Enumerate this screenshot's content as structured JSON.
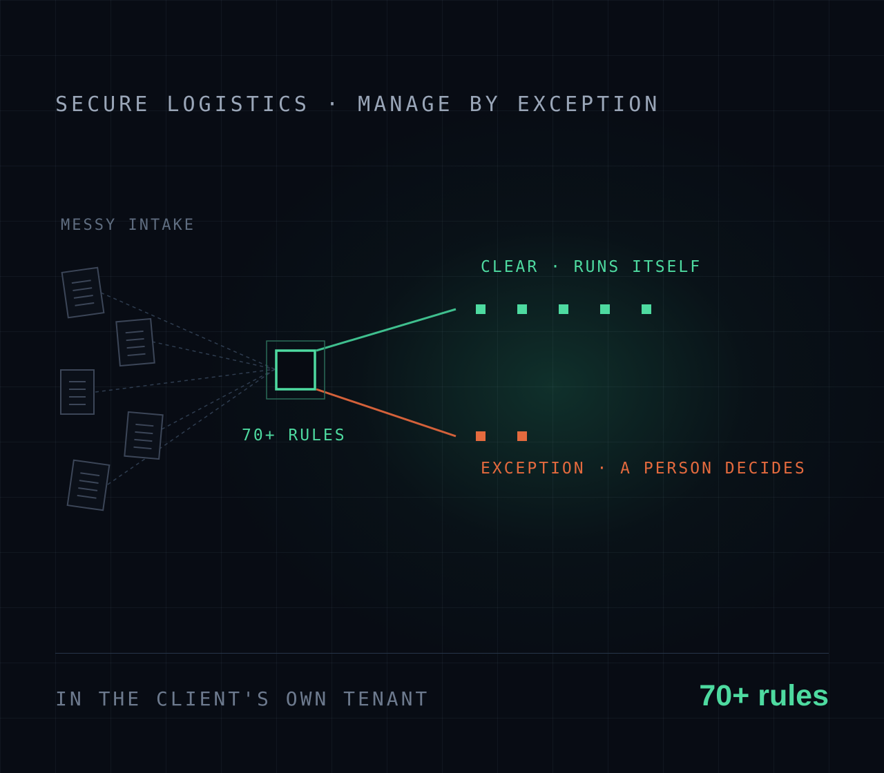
{
  "header": {
    "title": "SECURE LOGISTICS · MANAGE BY EXCEPTION"
  },
  "diagram": {
    "intake_label": "MESSY INTAKE",
    "intake_document_count": 5,
    "processor_label": "70+ RULES",
    "clear_branch": {
      "label": "CLEAR · RUNS ITSELF",
      "item_count": 5,
      "color": "#4edaa0"
    },
    "exception_branch": {
      "label": "EXCEPTION · A PERSON DECIDES",
      "item_count": 2,
      "color": "#e46a3e"
    }
  },
  "footer": {
    "tagline": "IN THE CLIENT'S OWN TENANT",
    "stat": "70+ rules"
  },
  "colors": {
    "background": "#080c14",
    "accent": "#4edaa0",
    "exception": "#e46a3e",
    "muted_text": "#9aa6b8",
    "document_stroke": "#3c4658"
  },
  "icons": {
    "intake_document": "document-icon",
    "processor": "rules-engine-box"
  }
}
